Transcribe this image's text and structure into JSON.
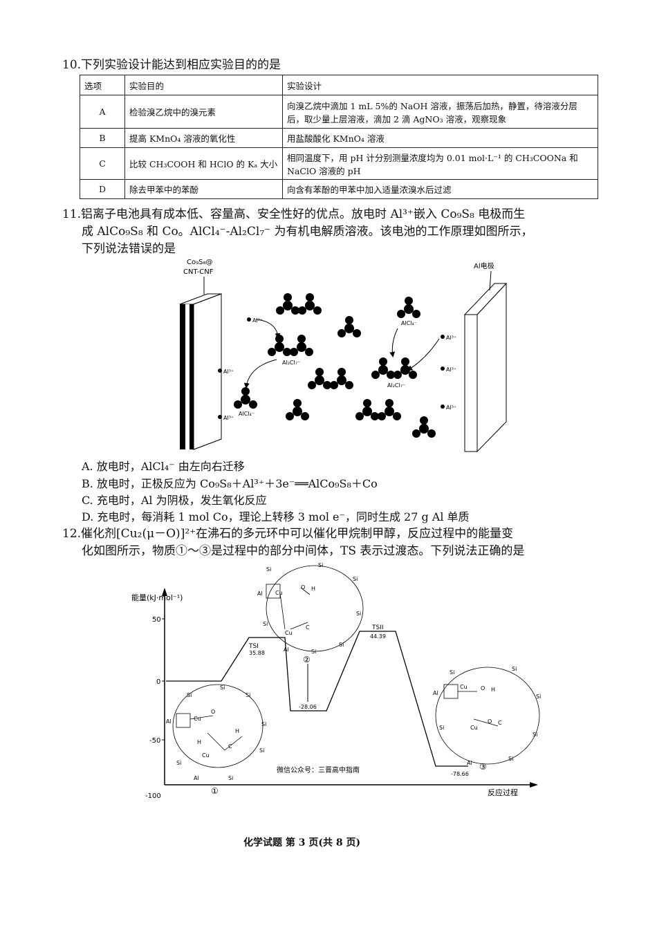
{
  "q10": {
    "stem": "10.下列实验设计能达到相应实验目的的是",
    "headers": [
      "选项",
      "实验目的",
      "实验设计"
    ],
    "rows": [
      [
        "A",
        "检验溴乙烷中的溴元素",
        "向溴乙烷中滴加 1 mL 5%的 NaOH 溶液，振荡后加热，静置，待溶液分层后，取少量上层溶液，滴加 2 滴 AgNO₃ 溶液，观察现象"
      ],
      [
        "B",
        "提高 KMnO₄ 溶液的氧化性",
        "用盐酸酸化 KMnO₄ 溶液"
      ],
      [
        "C",
        "比较 CH₃COOH 和 HClO 的 Kₐ 大小",
        "相同温度下，用 pH 计分别测量浓度均为 0.01 mol·L⁻¹ 的 CH₃COONa 和 NaClO 溶液的 pH"
      ],
      [
        "D",
        "除去甲苯中的苯酚",
        "向含有苯酚的甲苯中加入适量浓溴水后过滤"
      ]
    ]
  },
  "q11": {
    "line1": "11.铝离子电池具有成本低、容量高、安全性好的优点。放电时 Al³⁺嵌入 Co₉S₈ 电极而生",
    "line2": "成 AlCo₉S₈ 和 Co。AlCl₄⁻-Al₂Cl₇⁻ 为有机电解质溶液。该电池的工作原理如图所示，",
    "line3": "下列说法错误的是",
    "left_electrode": [
      "Co₉S₈@",
      "CNT-CNF"
    ],
    "right_electrode": "Al电极",
    "ion_labels": {
      "al3": "Al³⁺",
      "alcl4": "AlCl₄⁻",
      "al2cl7": "Al₂Cl₇⁻"
    },
    "options": [
      "A. 放电时，AlCl₄⁻ 由左向右迁移",
      "B. 放电时，正极反应为 Co₉S₈＋Al³⁺＋3e⁻══AlCo₉S₈＋Co",
      "C. 充电时，Al 为阴极，发生氧化反应",
      "D. 充电时，每消耗 1 mol Co，理论上转移 3 mol e⁻，同时生成 27 g Al 单质"
    ]
  },
  "q12": {
    "line1": "12.催化剂[Cu₂(μ－O)]²⁺在沸石的多元环中可以催化甲烷制甲醇，反应过程中的能量变",
    "line2": "化如图所示，物质①～③是过程中的部分中间体，TS 表示过渡态。下列说法正确的是",
    "ylabel": "能量(kJ·mol⁻¹)",
    "xlabel": "反应过程",
    "yticks": [
      "50",
      "0",
      "-50",
      "-100"
    ],
    "points": {
      "ts1_label": "TSI",
      "ts1_value": "35.88",
      "int2_value": "-28.06",
      "ts2_label": "TSII",
      "ts2_value": "44.39",
      "int3_value": "-78.66"
    },
    "markers": [
      "①",
      "②",
      "③"
    ],
    "watermark": "微信公众号：三晋高中指南",
    "atoms": {
      "si": "Si",
      "al": "Al",
      "cu": "Cu",
      "o": "O",
      "h": "H",
      "c": "C"
    }
  },
  "footer": "化学试题 第 3 页(共 8 页)"
}
